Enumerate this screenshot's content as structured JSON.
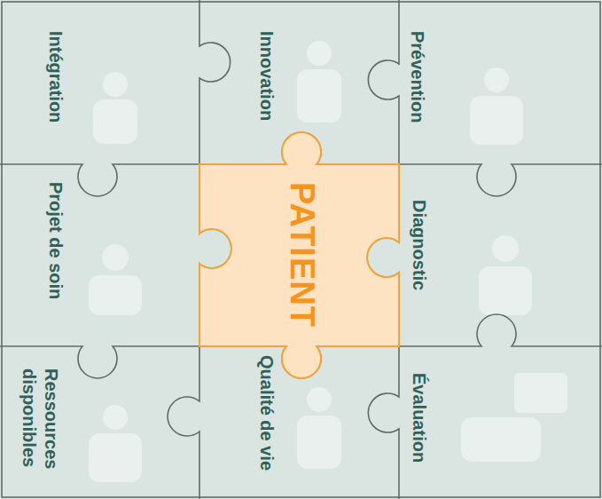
{
  "diagram": {
    "nodes": [
      {
        "text": [
          "Prévention"
        ]
      },
      {
        "text": [
          "Diagnostic"
        ]
      },
      {
        "text": [
          "Évaluation"
        ]
      },
      {
        "text": [
          "Innovation"
        ]
      },
      {
        "text": [
          "PATIENT"
        ]
      },
      {
        "text": [
          "Qualité de vie"
        ]
      },
      {
        "text": [
          "Intégration"
        ]
      },
      {
        "text": [
          "Projet de soin"
        ]
      },
      {
        "text": [
          "Ressources disponibles"
        ]
      }
    ]
  }
}
